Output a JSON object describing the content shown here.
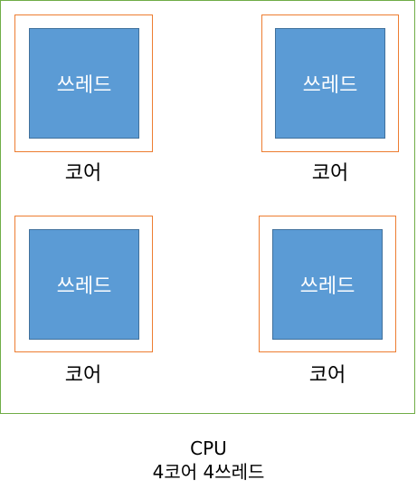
{
  "diagram": {
    "cores": [
      {
        "thread_label": "쓰레드",
        "core_label": "코어"
      },
      {
        "thread_label": "쓰레드",
        "core_label": "코어"
      },
      {
        "thread_label": "쓰레드",
        "core_label": "코어"
      },
      {
        "thread_label": "쓰레드",
        "core_label": "코어"
      }
    ],
    "caption_title": "CPU",
    "caption_subtitle": "4코어 4쓰레드"
  },
  "colors": {
    "cpu_border": "#70ad47",
    "core_border": "#ed7d31",
    "thread_fill": "#5b9bd5",
    "thread_border": "#41719c"
  }
}
